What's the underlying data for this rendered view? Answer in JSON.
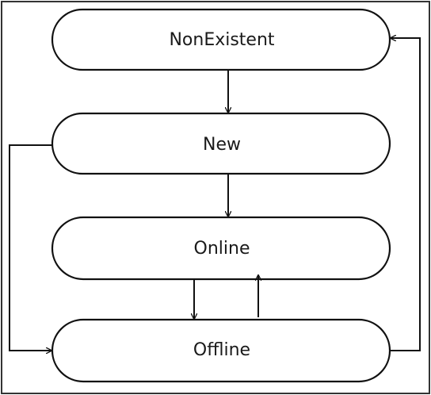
{
  "diagram": {
    "states": [
      {
        "id": "nonexistent",
        "label": "NonExistent"
      },
      {
        "id": "new",
        "label": "New"
      },
      {
        "id": "online",
        "label": "Online"
      },
      {
        "id": "offline",
        "label": "Offline"
      }
    ],
    "transitions": [
      {
        "from": "NonExistent",
        "to": "New"
      },
      {
        "from": "New",
        "to": "Online"
      },
      {
        "from": "Online",
        "to": "Offline"
      },
      {
        "from": "Offline",
        "to": "Online"
      },
      {
        "from": "New",
        "to": "Offline"
      },
      {
        "from": "Offline",
        "to": "NonExistent"
      }
    ],
    "colors": {
      "stroke": "#111111",
      "background": "#ffffff",
      "frame": "#333333"
    }
  }
}
